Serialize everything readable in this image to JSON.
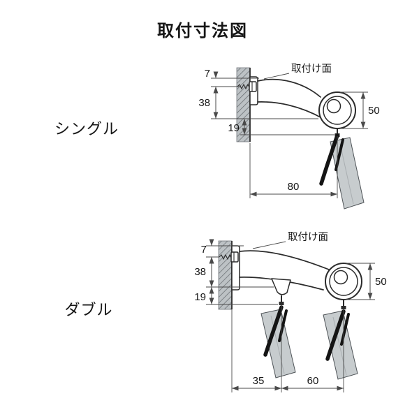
{
  "title": "取付寸法図",
  "single": {
    "label": "シングル",
    "surface_label": "取付け面",
    "dim_top": "7",
    "dim_upper": "38",
    "dim_lower": "19",
    "dim_rail": "50",
    "dim_depth": "80"
  },
  "double": {
    "label": "ダブル",
    "surface_label": "取付け面",
    "dim_top": "7",
    "dim_upper": "38",
    "dim_lower": "19",
    "dim_rail": "50",
    "dim_near": "35",
    "dim_far": "60"
  },
  "colors": {
    "line": "#2b2b2b",
    "dim": "#4a4a4a",
    "wall": "#bdc2c5",
    "hatch": "#64696d",
    "curtain": "#c7ccce",
    "hook": "#141414"
  }
}
